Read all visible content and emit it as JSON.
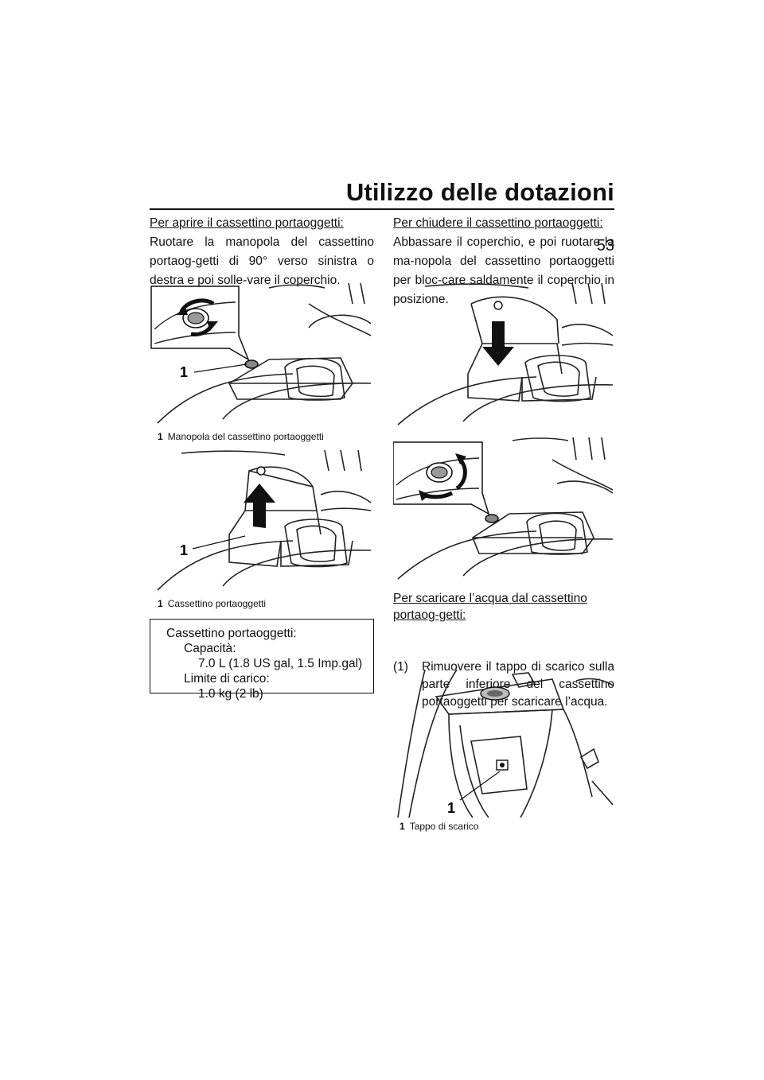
{
  "header": {
    "title": "Utilizzo delle dotazioni",
    "page_number": "53"
  },
  "left": {
    "open_heading": "Per aprire il cassettino portaoggetti:",
    "open_text": "Ruotare la manopola del cassettino portaog-getti di 90° verso sinistra o destra e poi solle-vare il coperchio.",
    "fig1": {
      "callout": "1",
      "caption_num": "1",
      "caption_text": "Manopola del cassettino portaoggetti"
    },
    "fig2": {
      "callout": "1",
      "caption_num": "1",
      "caption_text": "Cassettino portaoggetti"
    },
    "spec": {
      "title": "Cassettino portaoggetti:",
      "capacity_label": "Capacità:",
      "capacity_value": "7.0 L (1.8 US gal, 1.5 Imp.gal)",
      "load_label": "Limite di carico:",
      "load_value": "1.0 kg (2 lb)"
    }
  },
  "right": {
    "close_heading": "Per chiudere il cassettino portaoggetti:",
    "close_text": "Abbassare il coperchio, e poi ruotare la ma-nopola del cassettino portaoggetti per bloc-care saldamente il coperchio in posizione.",
    "drain_heading": "Per scaricare l’acqua dal cassettino portaog-getti:",
    "step_num": "(1)",
    "step_text": "Rimuovere il tappo di scarico sulla parte inferiore del cassettino portaoggetti per scaricare l’acqua.",
    "fig5": {
      "callout": "1",
      "caption_num": "1",
      "caption_text": "Tappo di scarico"
    }
  }
}
